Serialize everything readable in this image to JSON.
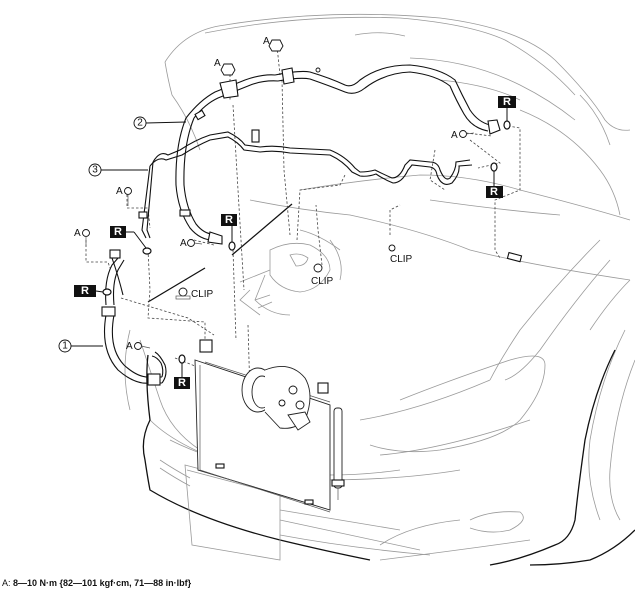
{
  "diagram": {
    "title": "Air conditioner refrigerant lines removal/installation",
    "callouts": [
      {
        "id": "1",
        "label": "1"
      },
      {
        "id": "2",
        "label": "2"
      },
      {
        "id": "3",
        "label": "3"
      }
    ],
    "replace_marker": "R",
    "torque_marker": "A",
    "clip_label": "CLIP"
  },
  "torque_note": {
    "label": "A:",
    "value": "8—10 N·m {82—101 kgf·cm, 71—88 in·lbf}"
  }
}
